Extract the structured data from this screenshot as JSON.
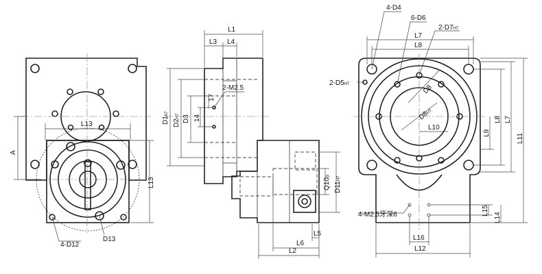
{
  "left_view": {
    "labels": {
      "l13_h": "L13",
      "l13_v": "L13",
      "a": "A",
      "holes": "4-D12",
      "d13": "D13"
    }
  },
  "middle_view": {
    "labels": {
      "l1": "L1",
      "l3": "L3",
      "l4": "L4",
      "d1": "D1",
      "d1_tol": "h7",
      "d2": "D2",
      "d2_tol": "H7",
      "d3": "D3",
      "l14": "14",
      "l17": "17",
      "m25": "2-M2.5",
      "d10": "Q10",
      "d10_tol": "js",
      "d11": "D11",
      "d11_tol": "H7",
      "l5": "L5",
      "l6": "L6",
      "l2": "L2"
    }
  },
  "right_view": {
    "labels": {
      "d4": "4-D4",
      "d6": "6-D6",
      "d7": "2-D7",
      "d7_tol": "H7",
      "l7_h": "L7",
      "l8_h": "L8",
      "d5": "2-D5",
      "d5_tol": "H7",
      "d8a": "D8",
      "d8b": "D8",
      "d8b_tol": "H7",
      "l10": "L10",
      "l9": "L9",
      "l8_v": "L8",
      "l7_v": "L7",
      "l11": "L11",
      "m25": "4-M2.5牙深6",
      "l15": "L15",
      "l14": "L14",
      "l16": "L16",
      "l12": "L12"
    }
  }
}
